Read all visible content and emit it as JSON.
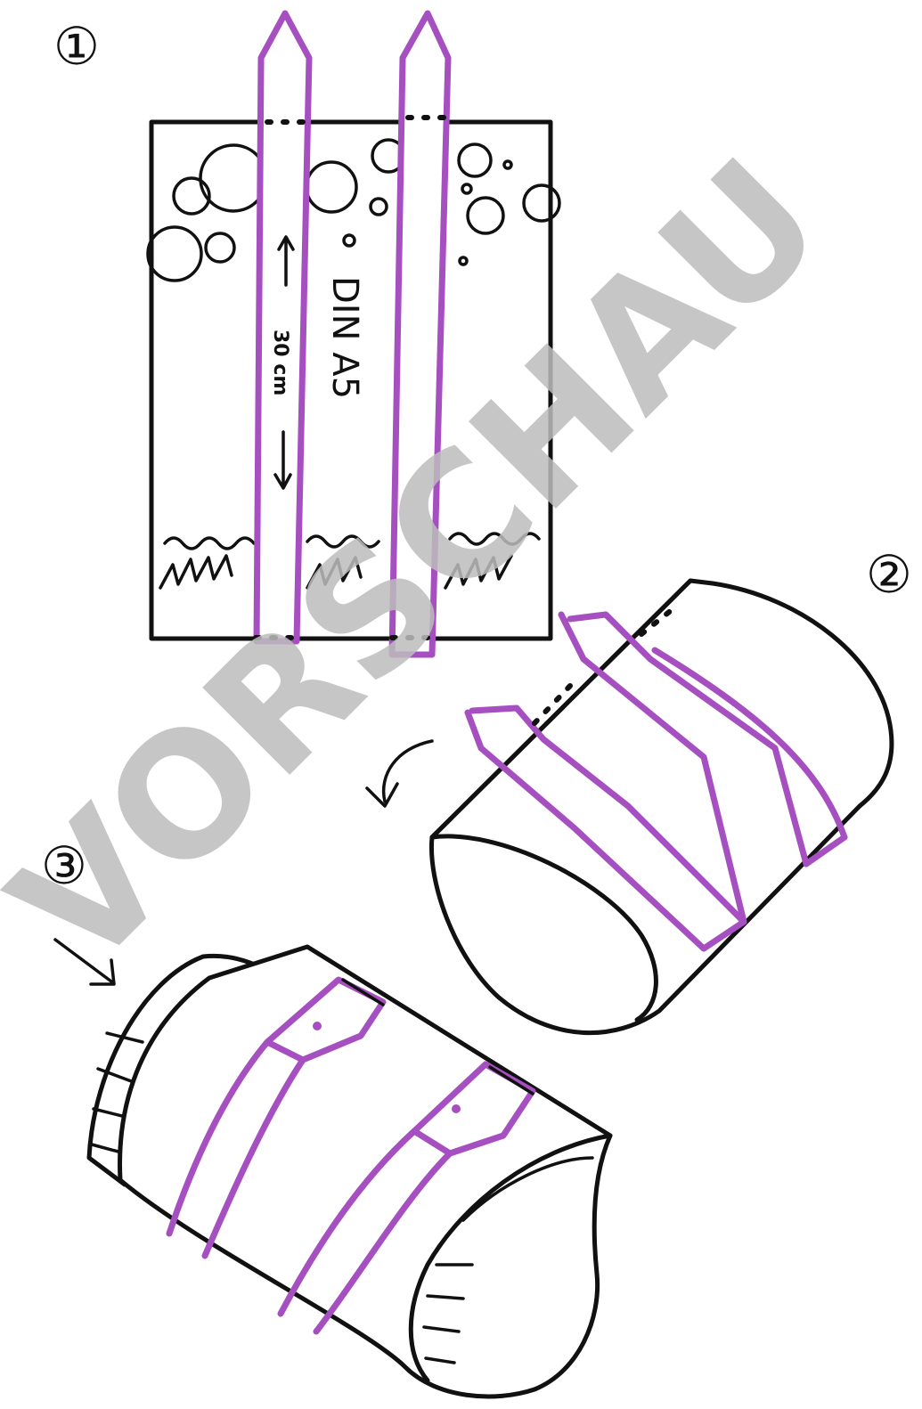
{
  "steps": {
    "step1": "①",
    "step2": "②",
    "step3": "③"
  },
  "labels": {
    "paper_format": "DIN A5",
    "strip_length": "30 cm"
  },
  "watermark": "VORSCHAU",
  "colors": {
    "strip": "#a64fc0",
    "ink": "#111111",
    "watermark": "#bdbdbd"
  }
}
